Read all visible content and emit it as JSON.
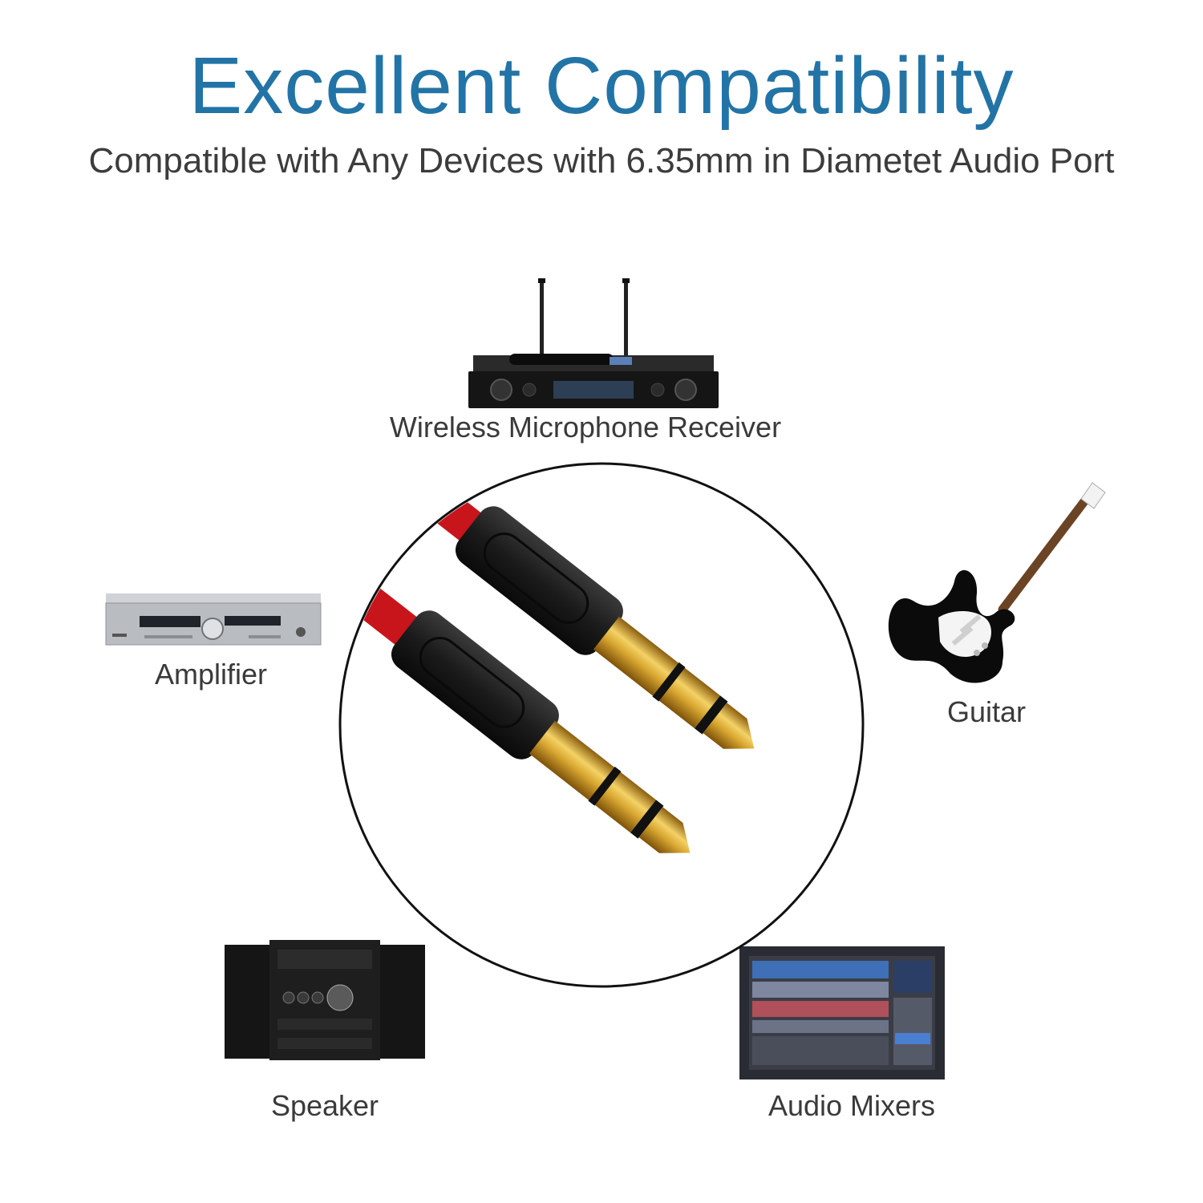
{
  "header": {
    "title": "Excellent Compatibility",
    "subtitle": "Compatible with Any Devices with 6.35mm in Diametet Audio Port"
  },
  "devices": [
    {
      "label": "Wireless Microphone Receiver",
      "icon": "wireless-microphone-receiver-icon"
    },
    {
      "label": "Amplifier",
      "icon": "amplifier-icon"
    },
    {
      "label": "Guitar",
      "icon": "electric-guitar-icon"
    },
    {
      "label": "Speaker",
      "icon": "speaker-system-icon"
    },
    {
      "label": "Audio Mixers",
      "icon": "audio-mixer-icon"
    }
  ],
  "product": {
    "icon": "quarter-inch-trs-plugs-icon",
    "colors": {
      "cable": "#c8151b",
      "housing": "#1b1b1b",
      "gold": "#d9a934"
    }
  },
  "colors": {
    "title": "#2374a6",
    "text": "#3a3a3a"
  }
}
